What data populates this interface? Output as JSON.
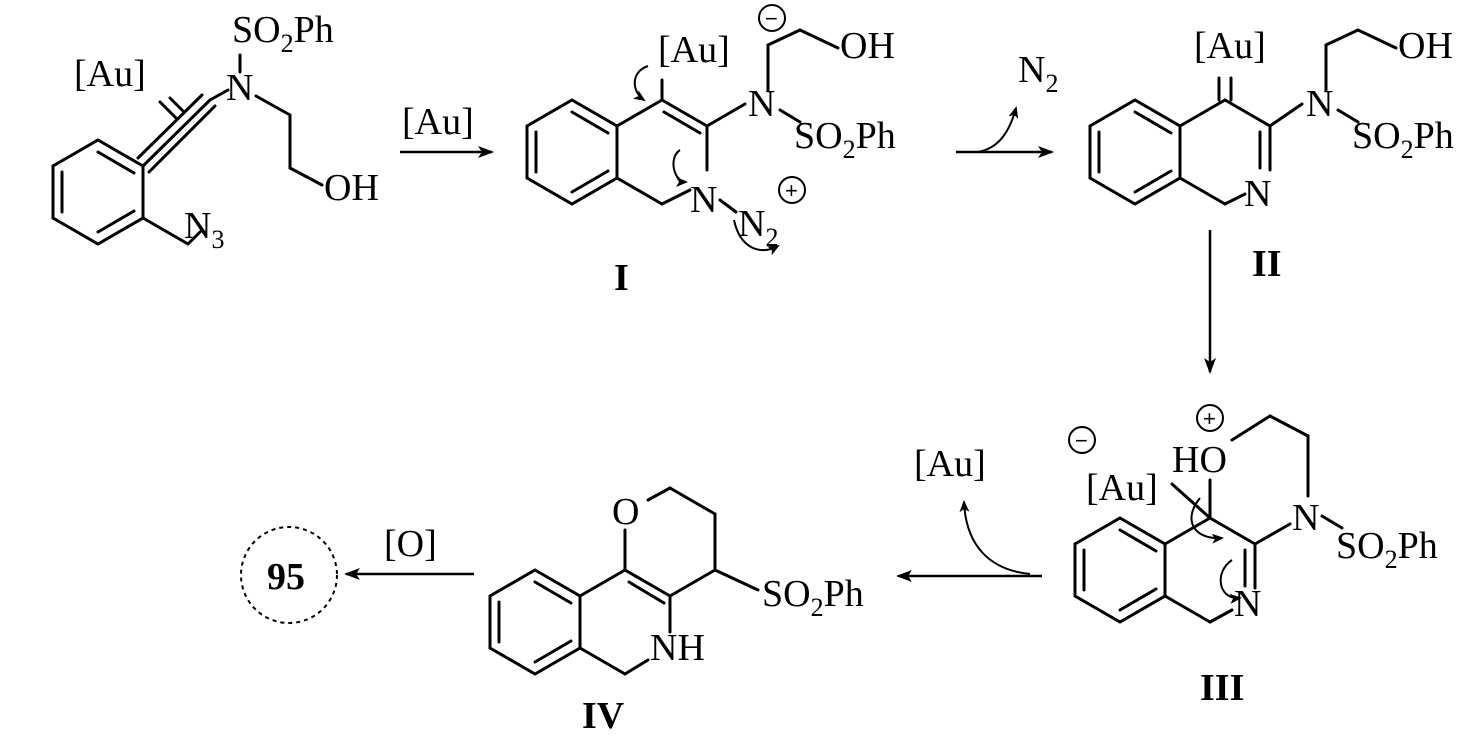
{
  "labels": {
    "au": "[Au]",
    "so2ph_s": "SO",
    "so2ph_2": "2",
    "so2ph_ph": "Ph",
    "n": "N",
    "oh": "OH",
    "n3_n": "N",
    "n3_3": "3",
    "n2_n": "N",
    "n2_2": "2",
    "nh": "NH",
    "o": "O",
    "ho": "HO",
    "ox": "[O]",
    "plus": "+",
    "minus": "−"
  },
  "compounds": {
    "I": "I",
    "II": "II",
    "III": "III",
    "IV": "IV",
    "target": "95"
  }
}
